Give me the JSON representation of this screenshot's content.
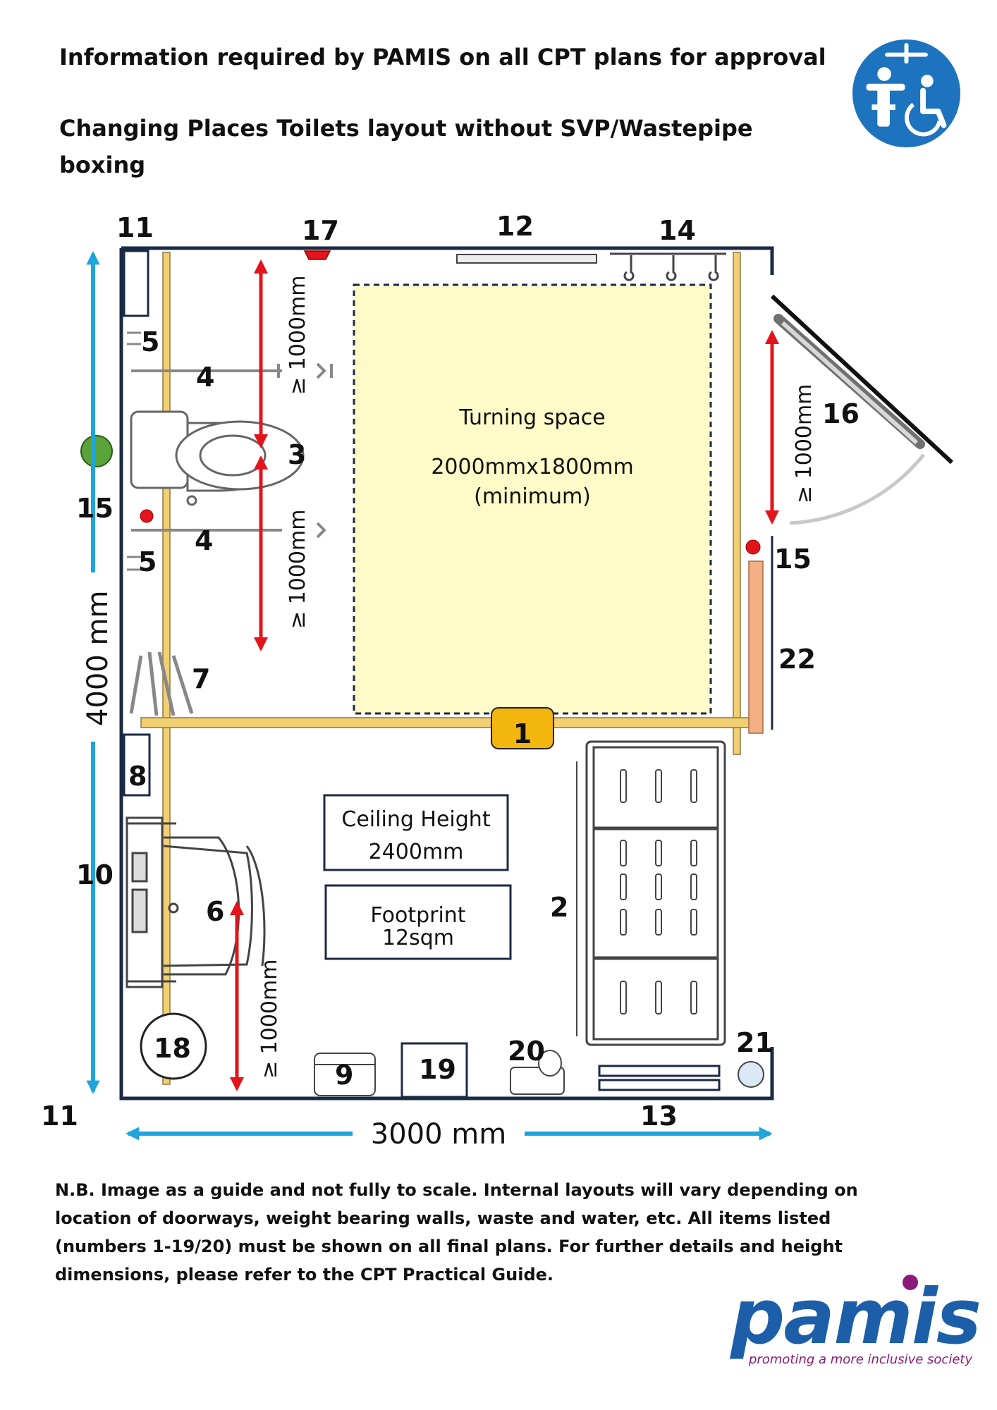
{
  "header": {
    "title": "Information required by PAMIS on all CPT plans for approval",
    "subtitle": "Changing Places Toilets layout without SVP/Wastepipe boxing"
  },
  "diagram": {
    "turning_space": {
      "title": "Turning space",
      "size": "2000mmx1800mm",
      "note": "(minimum)"
    },
    "ceiling": {
      "title": "Ceiling Height",
      "value": "2400mm"
    },
    "footprint": {
      "title": "Footprint",
      "value": "12sqm"
    },
    "clearance": "≥ 1000mm",
    "height_dimension": "4000 mm",
    "width_dimension": "3000 mm",
    "numbers": {
      "n1": "1",
      "n2": "2",
      "n3": "3",
      "n4a": "4",
      "n4b": "4",
      "n5a": "5",
      "n5b": "5",
      "n6": "6",
      "n7": "7",
      "n8": "8",
      "n9": "9",
      "n10": "10",
      "n11a": "11",
      "n11b": "11",
      "n12": "12",
      "n13": "13",
      "n14": "14",
      "n15a": "15",
      "n15b": "15",
      "n16": "16",
      "n17": "17",
      "n18": "18",
      "n19": "19",
      "n20": "20",
      "n21": "21",
      "n22": "22"
    }
  },
  "footer": {
    "note": "N.B. Image as a guide and not fully to scale. Internal layouts will vary depending on location of doorways, weight bearing walls, waste and water, etc. All items listed (numbers 1-19/20) must be shown on all final plans. For further details and height dimensions, please refer to the CPT Practical Guide."
  },
  "brand": {
    "name": "pamis",
    "tagline": "promoting a more inclusive society",
    "primary_color": "#1c5fa8",
    "accent_color": "#8b1a7a",
    "badge_color": "#1e73be",
    "badge_icon": "changing-places-icon"
  },
  "colors": {
    "wall": "#1b2a44",
    "track": "#f2cf72",
    "turning_fill": "#fdfbc8",
    "arrow_red": "#e3141b",
    "dimension_blue": "#1fa4dc",
    "emergency_red": "#e3141b",
    "green_button": "#5aa33a",
    "orange_panel": "#f2b084"
  }
}
